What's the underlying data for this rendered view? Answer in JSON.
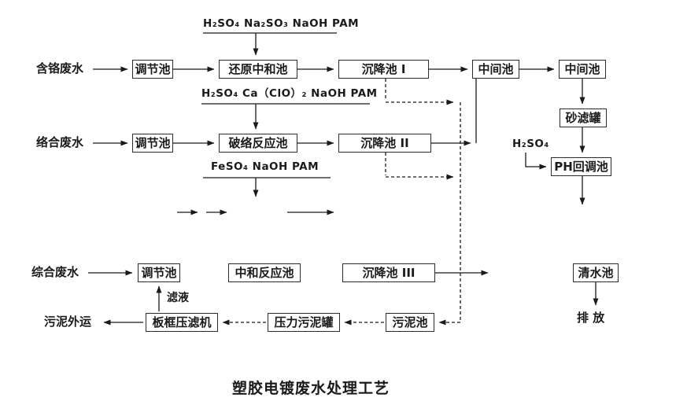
{
  "caption": "塑胶电镀废水处理工艺",
  "sources": {
    "chromium": "含铬废水",
    "complex": "络合废水",
    "comprehensive": "综合废水"
  },
  "outputs": {
    "discharge": "排 放",
    "sludge_out": "污泥外运",
    "filtrate": "滤液"
  },
  "chemicals": {
    "line1": "H₂SO₄ Na₂SO₃ NaOH PAM",
    "line2": "H₂SO₄ Ca（ClO）₂ NaOH PAM",
    "line3": "FeSO₄ NaOH PAM",
    "h2so4": "H₂SO₄"
  },
  "tanks": {
    "regulating1": "调节池",
    "reduction_neutralization": "还原中和池",
    "settling1": "沉降池 I",
    "intermediate1": "中间池",
    "intermediate2": "中间池",
    "sand_filter": "砂滤罐",
    "ph_readjust": "PH回调池",
    "regulating2": "调节池",
    "complex_breaking": "破络反应池",
    "settling2": "沉降池 II",
    "regulating3": "调节池",
    "neutralization_reaction": "中和反应池",
    "settling3": "沉降池 III",
    "clear_water": "清水池",
    "plate_frame_press": "板框压滤机",
    "pressure_sludge_tank": "压力污泥罐",
    "sludge_pool": "污泥池"
  },
  "colors": {
    "line": "#1a1a1a",
    "box_border": "#2b2b2b",
    "text": "#1a1a1a",
    "background": "#ffffff"
  }
}
